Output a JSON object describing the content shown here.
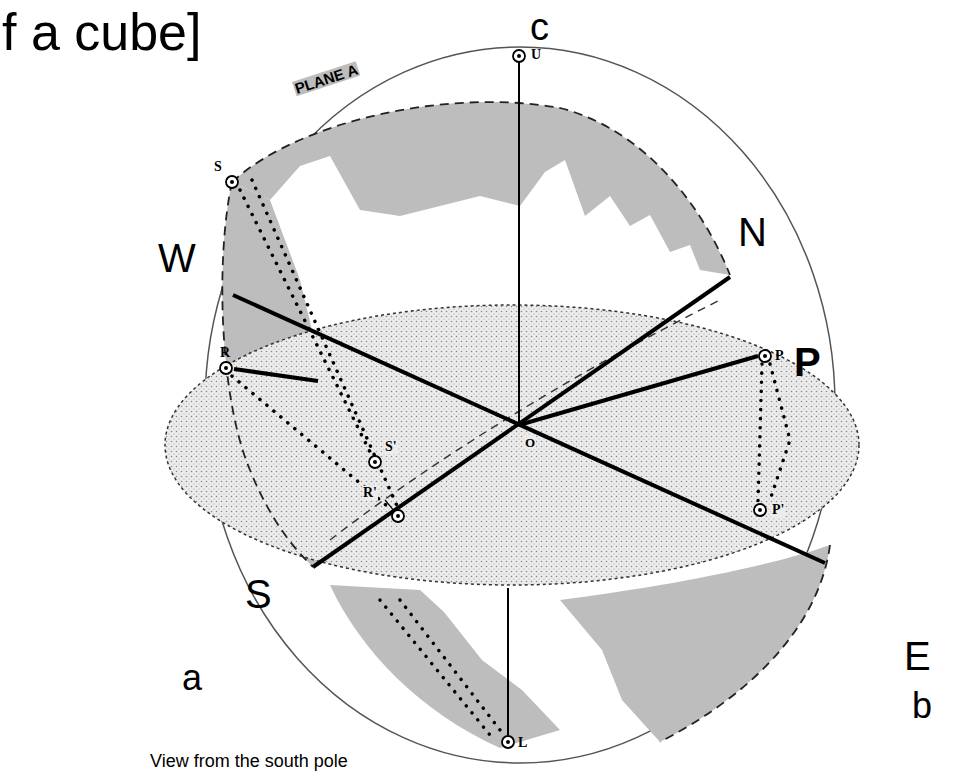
{
  "diagram": {
    "title": "f a cube]",
    "labels": [
      "c",
      "U",
      "S",
      "PLANE A",
      "W",
      "N",
      "R",
      "P",
      "P",
      "S'",
      "O",
      "R'",
      "P'",
      "S",
      "a",
      "E",
      "b",
      "L",
      "View from the south pole"
    ]
  }
}
